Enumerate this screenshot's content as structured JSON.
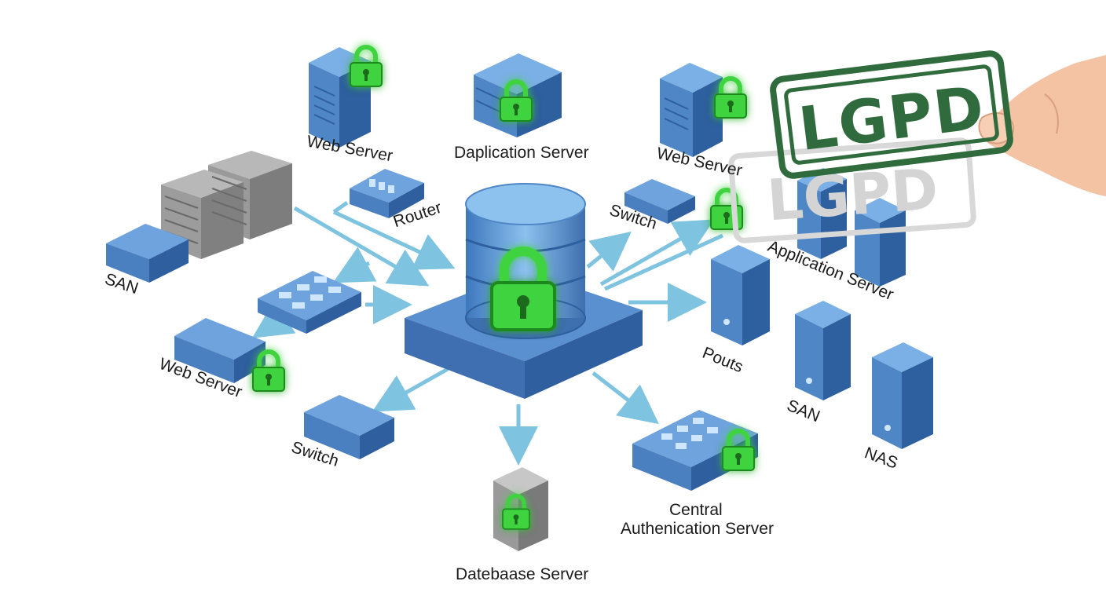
{
  "diagram": {
    "stamp_text": "LGPD",
    "labels": {
      "web_server_top": "Web  Server",
      "daplication_server": "Daplication Server",
      "web_server_right": "Web Server",
      "router": "Router",
      "switch_right": "Switch",
      "san_left": "SAN",
      "application_server": "Application Server",
      "web_server_left": "Web Server",
      "pouts": "Pouts",
      "san_right": "SAN",
      "switch_bottom": "Switch",
      "nas": "NAS",
      "central_auth_line1": "Central",
      "central_auth_line2": "Authenication Server",
      "database_server": "Datebaase Server"
    },
    "colors": {
      "device_blue": "#4f86c6",
      "device_dark": "#2e5f9e",
      "lock_green": "#3fd33f",
      "arrow": "#7ec3e0",
      "stamp_green": "#2f6b3d",
      "gray_server": "#8c8c8c"
    }
  }
}
